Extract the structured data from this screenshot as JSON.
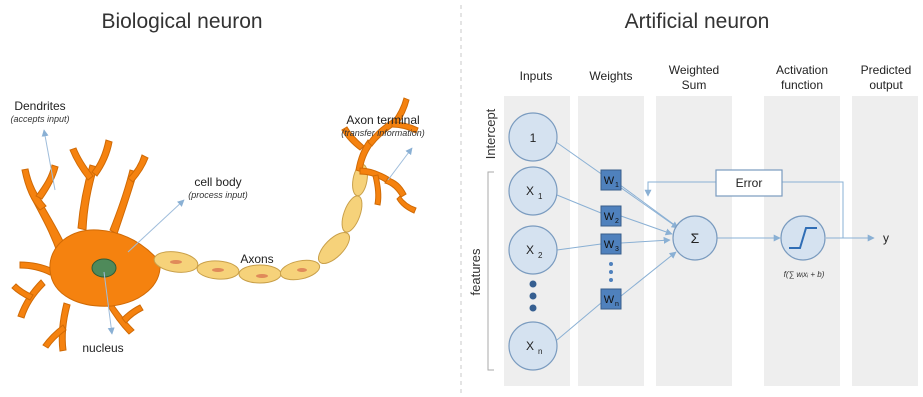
{
  "biological": {
    "title": "Biological neuron",
    "dendrites": {
      "label": "Dendrites",
      "sub": "(accepts input)"
    },
    "cell_body": {
      "label": "cell body",
      "sub": "(process input)"
    },
    "axon_terminal": {
      "label": "Axon terminal",
      "sub": "(transfer information)"
    },
    "axons": {
      "label": "Axons"
    },
    "nucleus": {
      "label": "nucleus"
    }
  },
  "artificial": {
    "title": "Artificial neuron",
    "columns": {
      "inputs": "Inputs",
      "weights": "Weights",
      "weighted_sum_1": "Weighted",
      "weighted_sum_2": "Sum",
      "activation_1": "Activation",
      "activation_2": "function",
      "predicted_1": "Predicted",
      "predicted_2": "output"
    },
    "side_labels": {
      "intercept": "Intercept",
      "features": "features"
    },
    "nodes": {
      "bias": "1",
      "x1": "X",
      "x1_sub": "1",
      "x2": "X",
      "x2_sub": "2",
      "xn": "X",
      "xn_sub": "n"
    },
    "weights": {
      "w1": "W",
      "w1_sub": "1",
      "w2": "W",
      "w2_sub": "2",
      "w3": "W",
      "w3_sub": "3",
      "wn": "W",
      "wn_sub": "n"
    },
    "sum_symbol": "Σ",
    "error": "Error",
    "output": "y",
    "activation_formula": "f(∑ wᵢxᵢ + b)"
  },
  "colors": {
    "neuron_orange": "#f5820f",
    "axon_yellow": "#f6d27a",
    "nucleus_green": "#4f8a5a",
    "node_fill": "#d5e2f0",
    "weight_fill": "#4f81bd",
    "column_bg": "#eeeeee",
    "arrow": "#8ab0d4"
  }
}
